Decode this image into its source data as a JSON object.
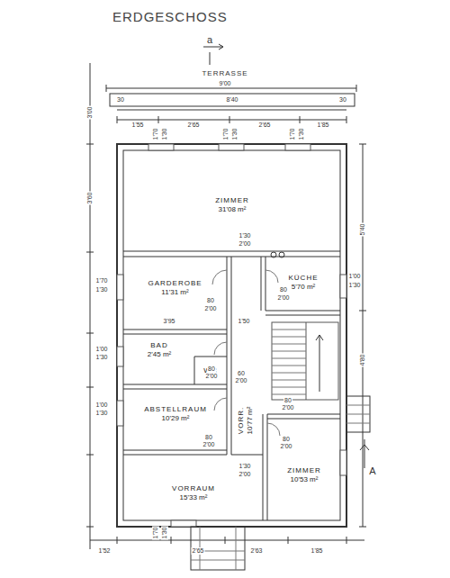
{
  "diagram": {
    "title": "ERDGESCHOSS",
    "nodes": [
      {
        "text": [
          "ZIMMER",
          "31'08 m²"
        ]
      },
      {
        "text": [
          "GARDEROBE",
          "11'31 m²"
        ]
      },
      {
        "text": [
          "KÜCHE",
          "5'70 m²"
        ]
      },
      {
        "text": [
          "BAD",
          "2'45 m²"
        ]
      },
      {
        "text": [
          "WC"
        ]
      },
      {
        "text": [
          "ABSTELLRAUM",
          "10'29 m²"
        ]
      },
      {
        "text": [
          "VORR.",
          "10'77 m²"
        ]
      },
      {
        "text": [
          "ZIMMER",
          "10'53 m²"
        ]
      },
      {
        "text": [
          "VORRAUM",
          "15'33 m²"
        ]
      }
    ],
    "labels": [
      "a",
      "TERRASSE",
      "9'00",
      "8'40",
      "30",
      "30",
      "1'55",
      "2'65",
      "2'65",
      "1'85",
      "1'70",
      "1'30",
      "1'70",
      "1'30",
      "1'70",
      "1'30",
      "3'00",
      "3'60",
      "5'40",
      "4'80",
      "1'70",
      "1'30",
      "1'00",
      "1'30",
      "1'00",
      "1'30",
      "1'00",
      "1'30",
      "1'30",
      "2'00",
      "80",
      "2'00",
      "80",
      "2'00",
      "3'95",
      "1'50",
      "80",
      "2'00",
      "60",
      "2'00",
      "80",
      "2'00",
      "80",
      "2'00",
      "80",
      "2'00",
      "1'30",
      "2'00",
      "A",
      "1'70",
      "1'30",
      "1'52",
      "2'65",
      "2'63",
      "1'85"
    ]
  }
}
